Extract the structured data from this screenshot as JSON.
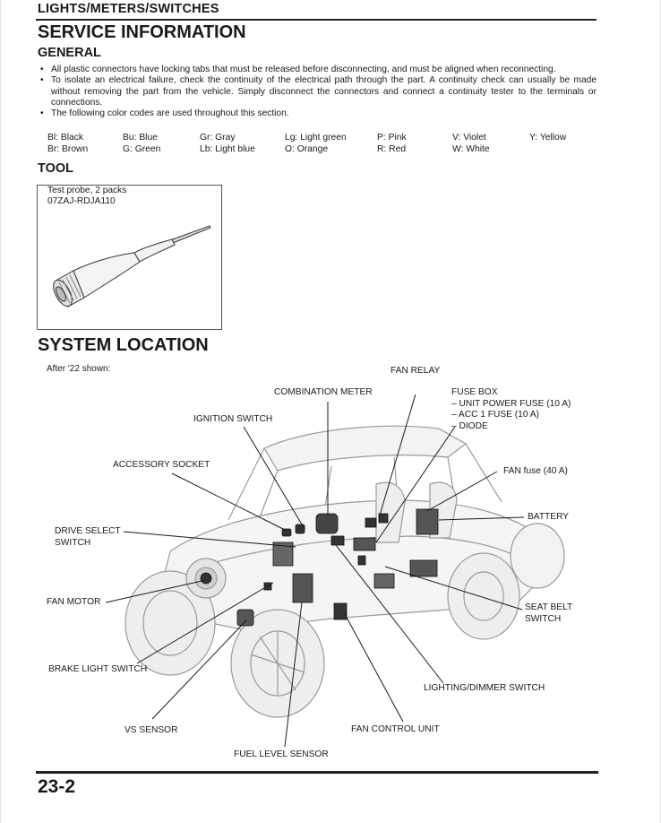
{
  "header": {
    "section_tag": "LIGHTS/METERS/SWITCHES"
  },
  "service_info": {
    "title": "SERVICE INFORMATION",
    "general_title": "GENERAL",
    "bullets": [
      "All plastic connectors have locking tabs that must be released before disconnecting, and must be aligned when reconnecting.",
      "To isolate an electrical failure, check the continuity of the electrical path through the part. A continuity check can usually be made without removing the part from the vehicle. Simply disconnect the connectors and connect a continuity tester to the terminals or connections.",
      "The following color codes are used throughout this section."
    ],
    "color_codes": {
      "row1": [
        "Bl: Black",
        "Bu: Blue",
        "Gr: Gray",
        "Lg: Light green",
        "P: Pink",
        "V: Violet",
        "Y: Yellow"
      ],
      "row2": [
        "Br: Brown",
        "G: Green",
        "Lb: Light blue",
        "O: Orange",
        "R: Red",
        "W: White"
      ]
    }
  },
  "tool": {
    "title": "TOOL",
    "name": "Test probe, 2 packs",
    "part_number": "07ZAJ-RDJA110"
  },
  "system_location": {
    "title": "SYSTEM LOCATION",
    "note": "After '22 shown:",
    "callouts": {
      "fan_relay": "FAN RELAY",
      "combination_meter": "COMBINATION METER",
      "fuse_box": "FUSE BOX",
      "unit_power_fuse": "– UNIT POWER FUSE (10 A)",
      "acc1_fuse": "– ACC 1 FUSE (10 A)",
      "diode": "– DIODE",
      "ignition_switch": "IGNITION SWITCH",
      "accessory_socket": "ACCESSORY SOCKET",
      "fan_fuse": "FAN fuse (40 A)",
      "battery": "BATTERY",
      "drive_select_switch_1": "DRIVE SELECT",
      "drive_select_switch_2": "SWITCH",
      "fan_motor": "FAN MOTOR",
      "seat_belt_switch_1": "SEAT BELT",
      "seat_belt_switch_2": "SWITCH",
      "brake_light_switch": "BRAKE LIGHT SWITCH",
      "lighting_dimmer_switch": "LIGHTING/DIMMER SWITCH",
      "vs_sensor": "VS SENSOR",
      "fan_control_unit": "FAN CONTROL UNIT",
      "fuel_level_sensor": "FUEL LEVEL SENSOR"
    }
  },
  "footer": {
    "page_number": "23-2"
  }
}
